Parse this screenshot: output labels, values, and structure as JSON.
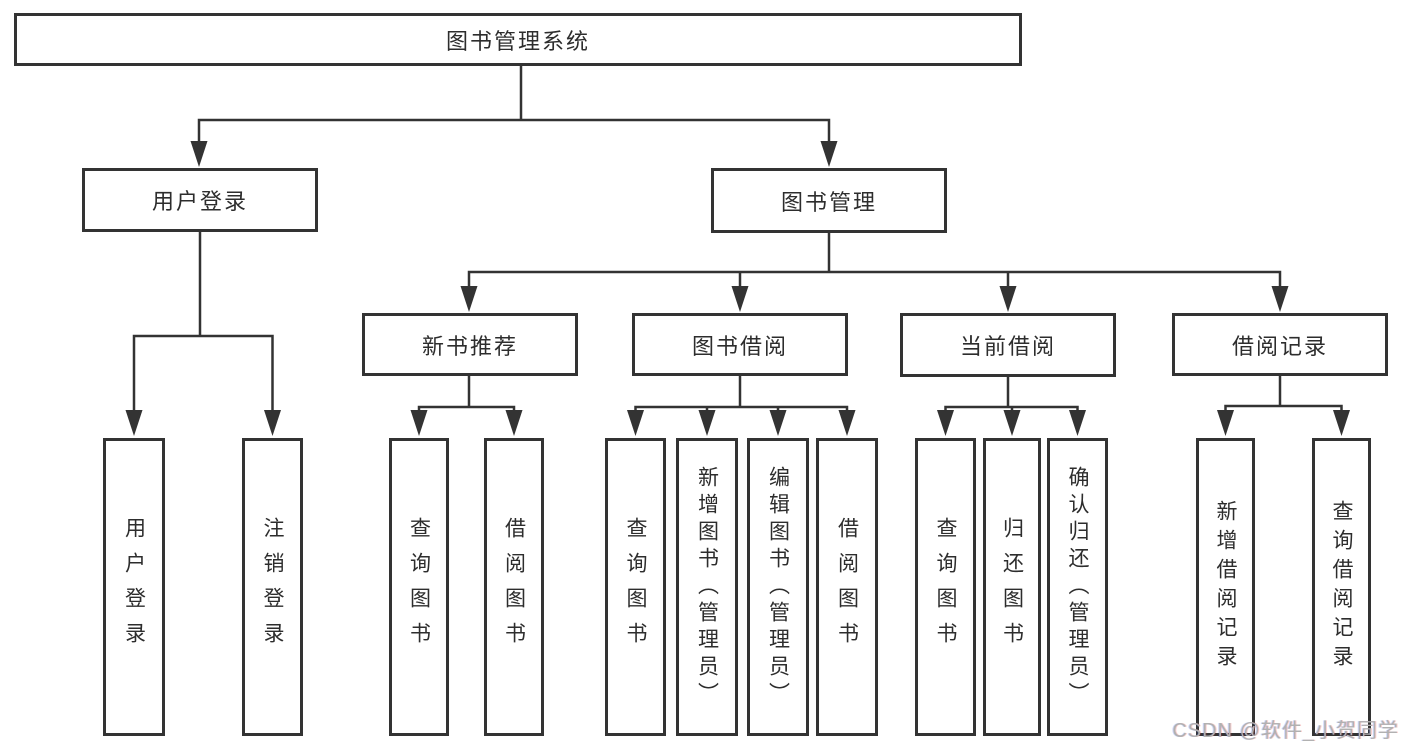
{
  "title": {
    "label": "图书管理系统"
  },
  "branches": {
    "user_login": {
      "label": "用户登录"
    },
    "book_mgmt": {
      "label": "图书管理"
    }
  },
  "modules": [
    {
      "label": "新书推荐"
    },
    {
      "label": "图书借阅"
    },
    {
      "label": "当前借阅"
    },
    {
      "label": "借阅记录"
    }
  ],
  "leaves": [
    {
      "label": "用户登录"
    },
    {
      "label": "注销登录"
    },
    {
      "label": "查询图书"
    },
    {
      "label": "借阅图书"
    },
    {
      "label": "查询图书"
    },
    {
      "label": "新增图书（管理员）"
    },
    {
      "label": "编辑图书（管理员）"
    },
    {
      "label": "借阅图书"
    },
    {
      "label": "查询图书"
    },
    {
      "label": "归还图书"
    },
    {
      "label": "确认归还（管理员）"
    },
    {
      "label": "新增借阅记录"
    },
    {
      "label": "查询借阅记录"
    }
  ],
  "hierarchy": {
    "图书管理系统": {
      "用户登录": [
        "用户登录",
        "注销登录"
      ],
      "图书管理": {
        "新书推荐": [
          "查询图书",
          "借阅图书"
        ],
        "图书借阅": [
          "查询图书",
          "新增图书（管理员）",
          "编辑图书（管理员）",
          "借阅图书"
        ],
        "当前借阅": [
          "查询图书",
          "归还图书",
          "确认归还（管理员）"
        ],
        "借阅记录": [
          "新增借阅记录",
          "查询借阅记录"
        ]
      }
    }
  },
  "watermark": {
    "text": "CSDN @软件_小贺同学"
  },
  "colors": {
    "line": "#333333",
    "box_border": "#333333",
    "box_bg": "#ffffff",
    "text": "#2d2d2d",
    "watermark": "#b1b1b1"
  }
}
